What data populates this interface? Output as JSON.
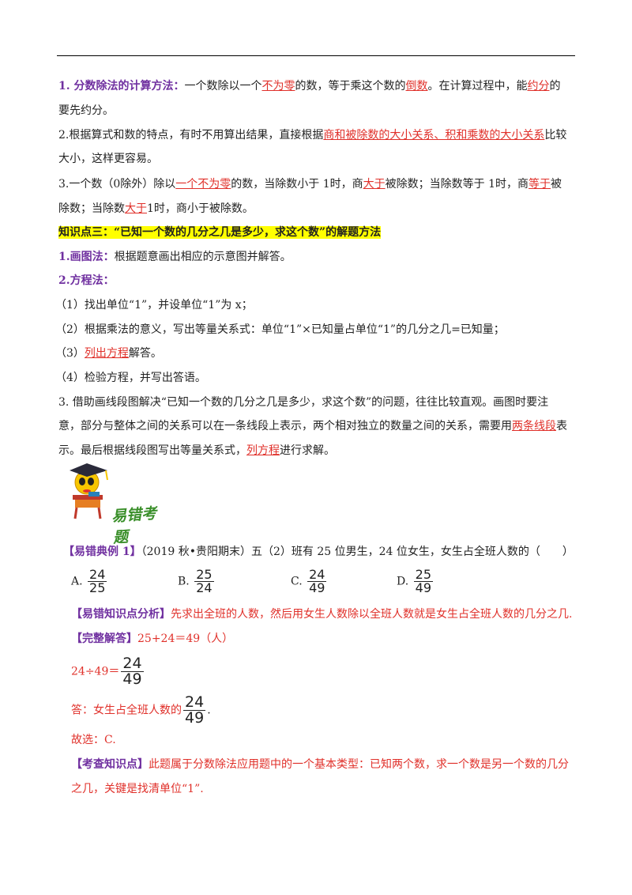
{
  "p1": {
    "lead": "1. 分数除法的计算方法：",
    "t1": "一个数除以一个",
    "u1": "不为零",
    "t2": "的数，等于乘这个数的",
    "u2": "倒数",
    "t3": "。在计算过程中，能",
    "u3": "约分",
    "t4": "的",
    "line2": "要先约分。"
  },
  "p2": {
    "t1": "2.根据算式和数的特点，有时不用算出结果，直接根据",
    "u1": "商和被除数的大小关系、积和乘数的大小关系",
    "t2": "比较",
    "line2": "大小，这样更容易。"
  },
  "p3": {
    "t1": "3.一个数（0除外）除以",
    "u1": "一个不为零",
    "t2": "的数，当除数小于 1时，商",
    "u2": "大于",
    "t3": "被除数；当除数等于 1时，商",
    "u3": "等于",
    "t4": "被",
    "l2a": "除数；当除数",
    "l2u": "大于",
    "l2b": "1时，商小于被除数。"
  },
  "k3": {
    "title": "知识点三：“已知一个数的几分之几是多少，求这个数”的解题方法"
  },
  "m1": {
    "lead": "1.画图法：",
    "text": "根据题意画出相应的示意图并解答。"
  },
  "m2": {
    "lead": "2.方程法："
  },
  "steps": {
    "s1": "（1）找出单位“1”，并设单位“1”为 x；",
    "s2": "（2）根据乘法的意义，写出等量关系式：单位“1”×已知量占单位“1”的几分之几=已知量；",
    "s3a": "（3）",
    "s3u": "列出方程",
    "s3b": "解答。",
    "s4": "（4）检验方程，并写出答语。"
  },
  "p4": {
    "l1": "3. 借助画线段图解决“已知一个数的几分之几是多少，求这个数”的问题，往往比较直观。画图时要注",
    "l2a": "意，部分与整体之间的关系可以在一条线段上表示，两个相对独立的数量之间的关系，需要用",
    "l2u": "两条线段",
    "l2b": "表",
    "l3a": "示。最后根据线段图写出等量关系式，",
    "l3u": "列方程",
    "l3b": "进行求解。"
  },
  "mascot": {
    "label": "易错考题"
  },
  "q": {
    "lead": "【易错典例 1】",
    "text": "（2019 秋•贵阳期末）五（2）班有 25 位男生，24 位女生，女生占全班人数的（　　）"
  },
  "options": [
    {
      "letter": "A.",
      "num": "24",
      "den": "25"
    },
    {
      "letter": "B.",
      "num": "25",
      "den": "24"
    },
    {
      "letter": "C.",
      "num": "24",
      "den": "49"
    },
    {
      "letter": "D.",
      "num": "25",
      "den": "49"
    }
  ],
  "analysis": {
    "lead": "【易错知识点分析】",
    "text": "先求出全班的人数，然后用女生人数除以全班人数就是女生占全班人数的几分之几."
  },
  "answer": {
    "lead": "【完整解答】",
    "text": "25+24＝49（人）",
    "calc": "24÷49＝",
    "cnum": "24",
    "cden": "49",
    "reply": "答：女生占全班人数的",
    "rnum": "24",
    "rden": "49",
    "rend": ".",
    "choice": "故选：C."
  },
  "points": {
    "lead": "【考查知识点】",
    "text": "此题属于分数除法应用题中的一个基本类型：已知两个数，求一个数是另一个数的几分",
    "line2": "之几，关键是找清单位“1”."
  }
}
